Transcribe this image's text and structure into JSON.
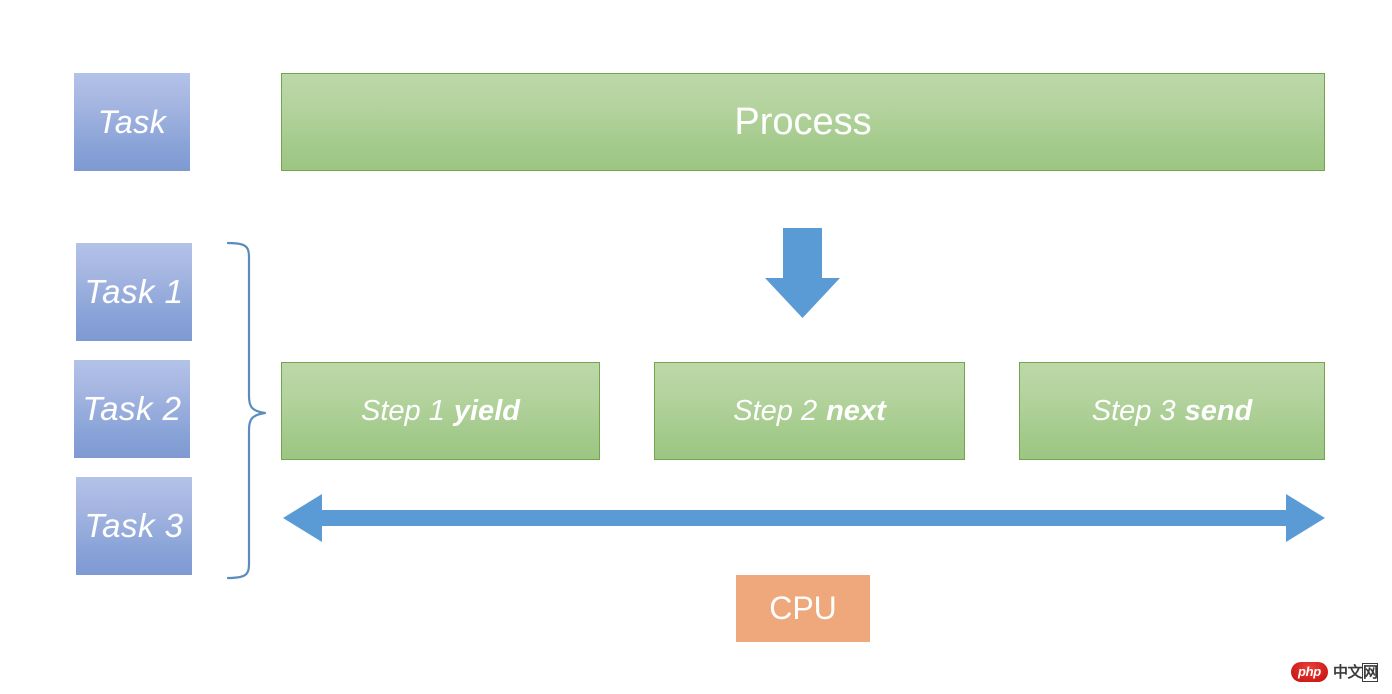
{
  "diagram": {
    "title_row": {
      "task_label": "Task",
      "process_label": "Process"
    },
    "tasks": [
      {
        "label": "Task 1"
      },
      {
        "label": "Task 2"
      },
      {
        "label": "Task 3"
      }
    ],
    "steps": [
      {
        "prefix": "Step 1",
        "keyword": "yield"
      },
      {
        "prefix": "Step 2",
        "keyword": "next"
      },
      {
        "prefix": "Step 3",
        "keyword": "send"
      }
    ],
    "cpu_label": "CPU",
    "icons": {
      "down_arrow": "down-arrow-icon",
      "double_arrow": "double-headed-arrow-icon",
      "brace": "curly-brace-icon"
    },
    "colors": {
      "task_blue_top": "#b3c2e8",
      "task_blue_bottom": "#7e9ad2",
      "green_top": "#bcd8a8",
      "green_bottom": "#9cc682",
      "green_border": "#76a34f",
      "arrow_blue": "#5b9bd5",
      "brace_blue": "#5b8cbe",
      "cpu_orange": "#efa87c",
      "text_white": "#ffffff",
      "background": "#ffffff"
    }
  },
  "watermark": {
    "badge_text": "php",
    "cn_prefix": "中文",
    "cn_boxed": "网"
  }
}
